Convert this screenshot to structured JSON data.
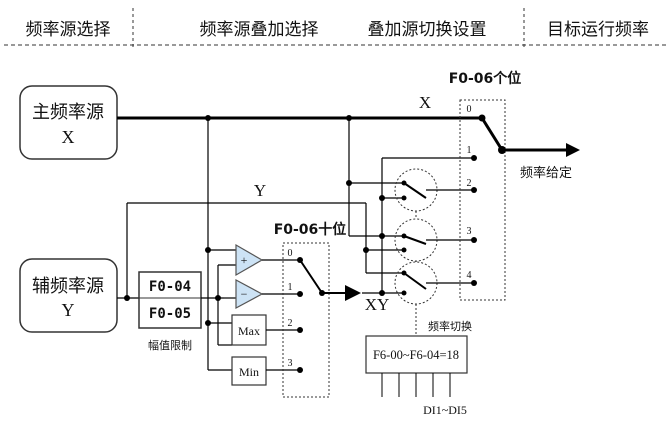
{
  "header": {
    "sections": [
      "频率源选择",
      "频率源叠加选择",
      "叠加源切换设置",
      "目标运行频率"
    ]
  },
  "sources": {
    "main_line1": "主频率源",
    "main_line2": "X",
    "aux_line1": "辅频率源",
    "aux_line2": "Y"
  },
  "signals": {
    "x": "X",
    "y": "Y",
    "xy": "XY"
  },
  "limit_block": {
    "line1": "F0-04",
    "line2": "F0-05",
    "caption": "幅值限制"
  },
  "ops": {
    "plus": "+",
    "minus": "−",
    "max": "Max",
    "min": "Min"
  },
  "tens_switch": {
    "title": "F0-06十位",
    "positions": [
      "0",
      "1",
      "2",
      "3"
    ]
  },
  "units_switch": {
    "title": "F0-06个位",
    "positions": [
      "0",
      "1",
      "2",
      "3",
      "4"
    ]
  },
  "output": {
    "label": "频率给定"
  },
  "di_block": {
    "caption": "频率切换",
    "code": "F6-00~F6-04=18",
    "inputs_label": "DI1~DI5"
  }
}
